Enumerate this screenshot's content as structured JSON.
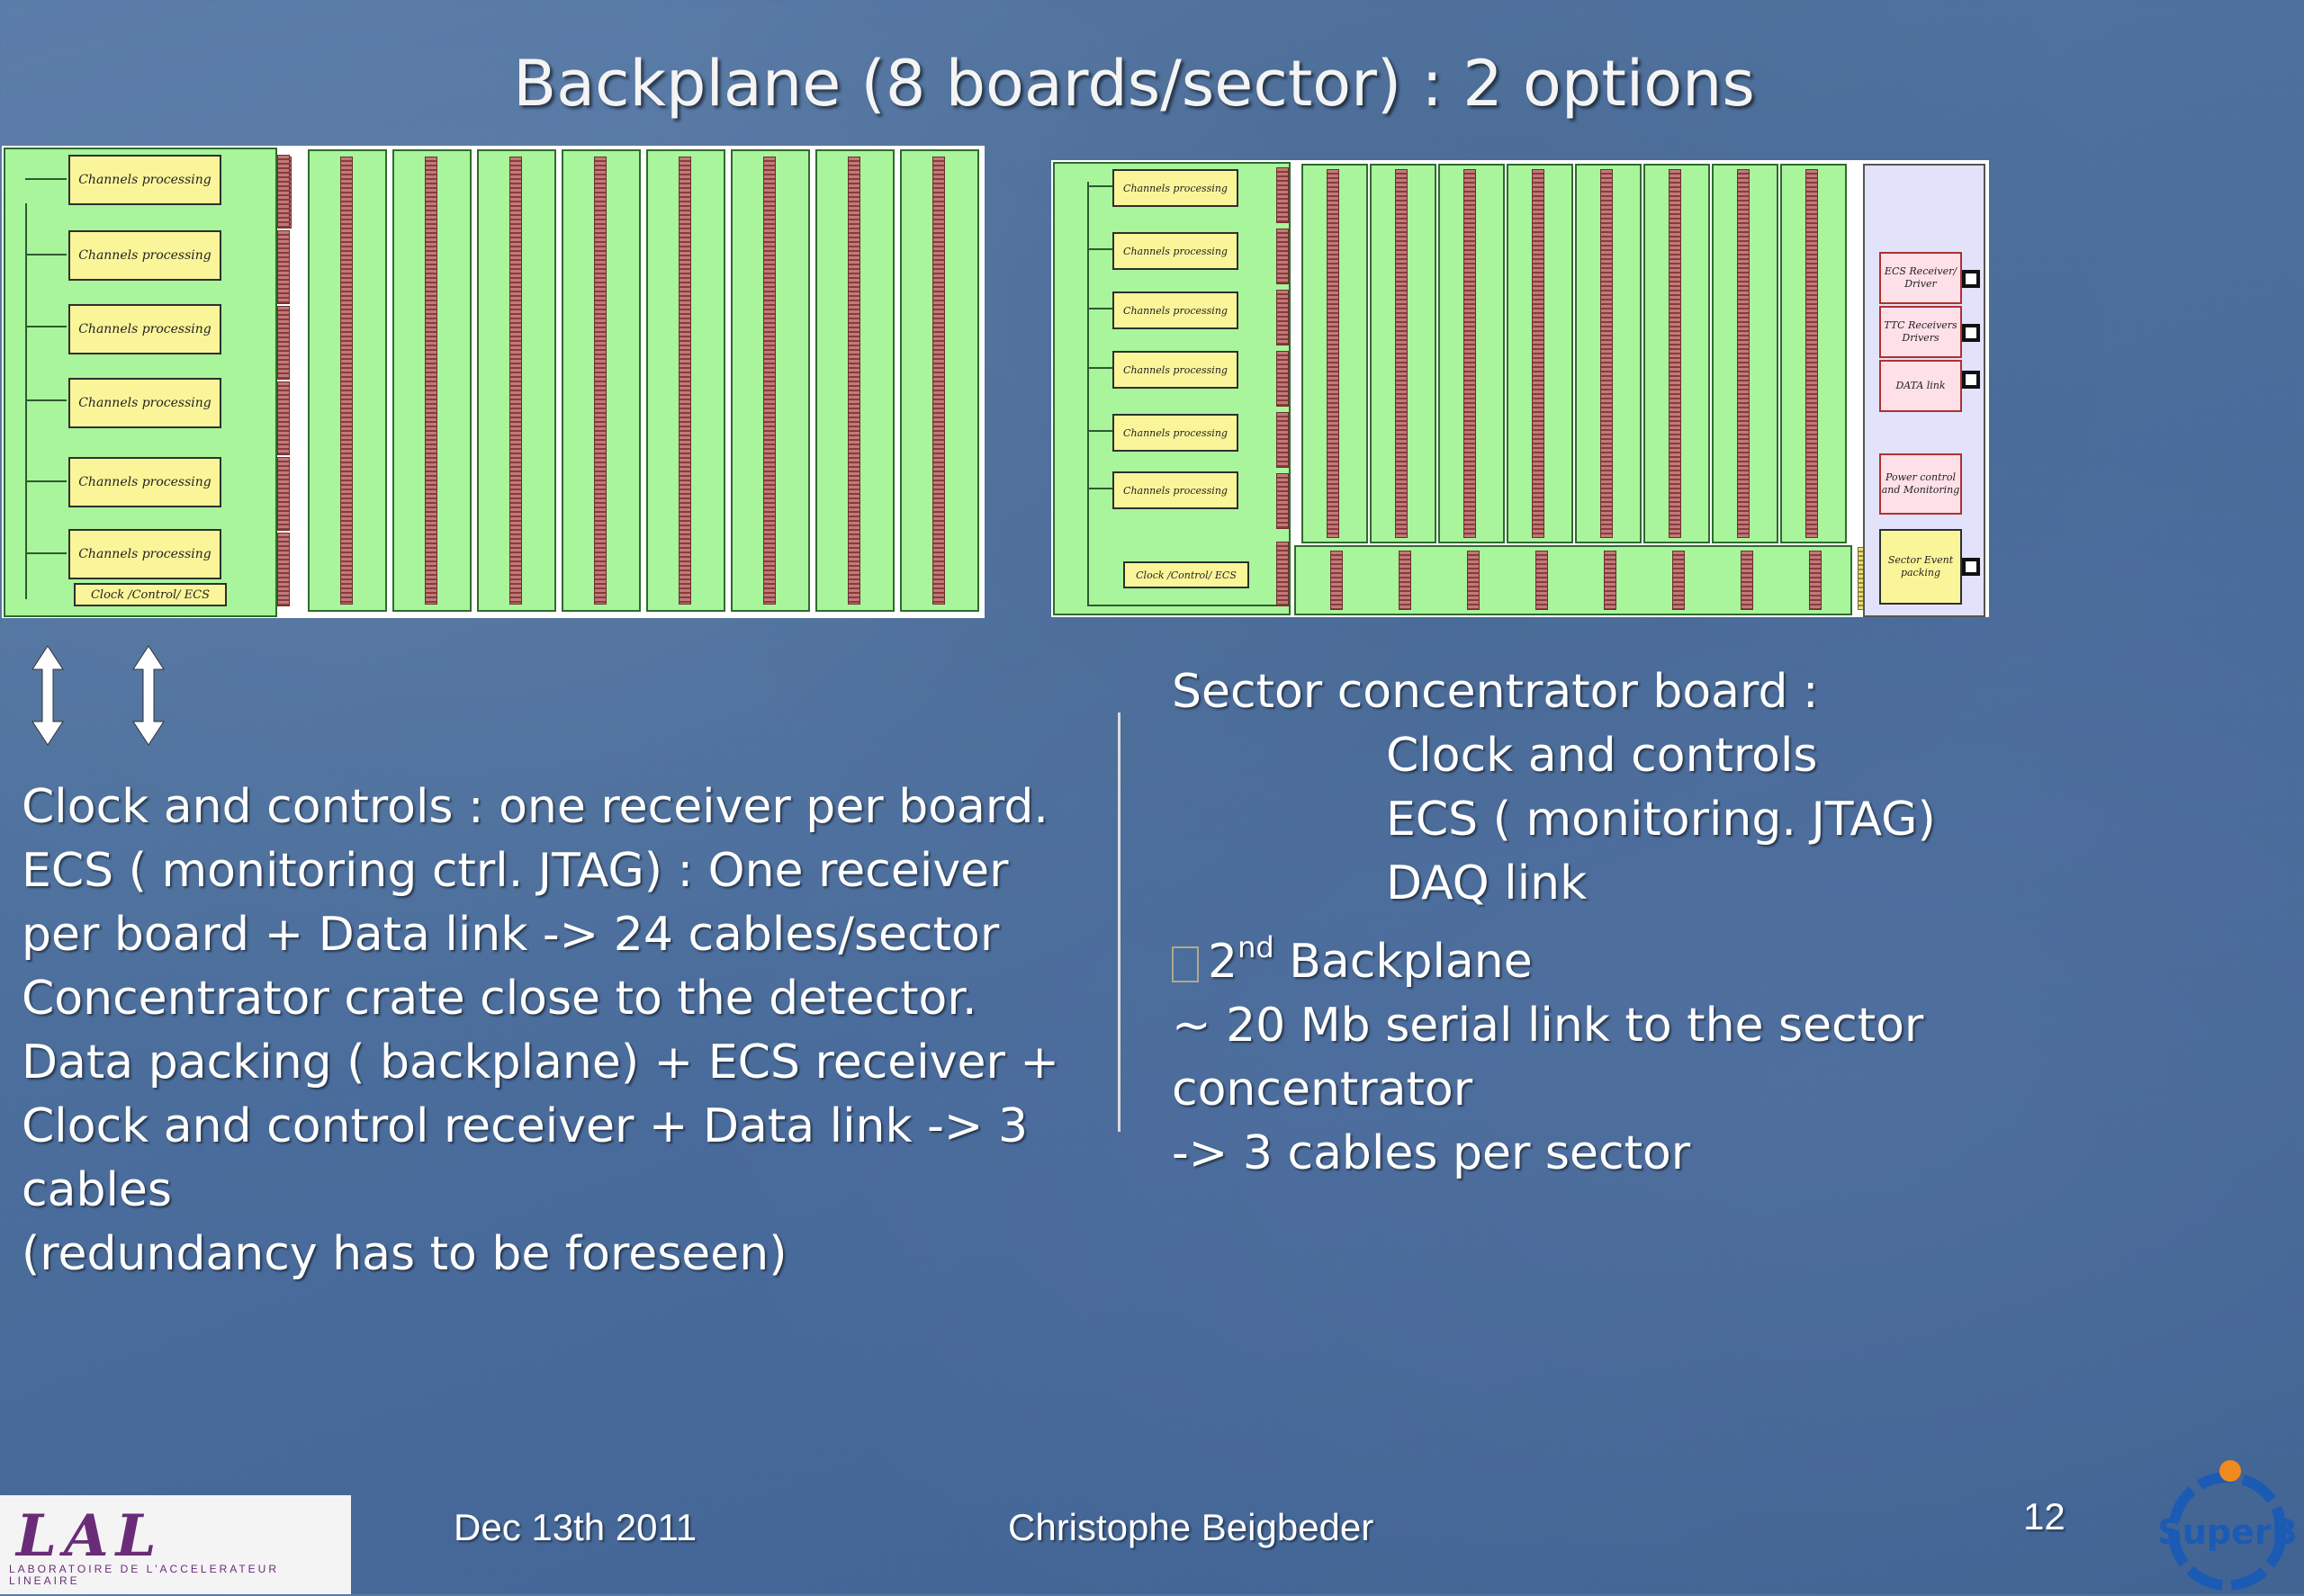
{
  "slide": {
    "title": "Backplane (8 boards/sector) : 2 options",
    "page_number": "12"
  },
  "diagram_left": {
    "channel_label": "Channels processing",
    "clock_label": "Clock /Control/ ECS"
  },
  "diagram_right": {
    "channel_label": "Channels processing",
    "clock_label": "Clock /Control/ ECS",
    "boxes": {
      "ecs": "ECS Receiver/ Driver",
      "ttc": "TTC Receivers Drivers",
      "data": "DATA link",
      "power": "Power control and Monitoring",
      "sector": "Sector Event packing"
    }
  },
  "left_text": {
    "lines": [
      "Clock and controls : one receiver per board.",
      "ECS ( monitoring ctrl. JTAG) : One receiver",
      "per board + Data link -> 24 cables/sector",
      "Concentrator crate close to the detector.",
      "Data packing ( backplane) + ECS receiver +",
      "Clock and control receiver + Data link -> 3",
      "cables",
      "(redundancy has to be foreseen)"
    ]
  },
  "right_text": {
    "heading": "Sector concentrator board :",
    "items": [
      "Clock and controls",
      "ECS ( monitoring. JTAG)",
      "DAQ link"
    ],
    "backplane_pre": "2",
    "backplane_sup": "nd",
    "backplane_post": " Backplane",
    "serial_line1": "~ 20 Mb serial link to the sector",
    "serial_line2": "concentrator",
    "cables": "-> 3 cables per sector"
  },
  "footer": {
    "date": "Dec 13th  2011",
    "author": "Christophe Beigbeder",
    "logo_left_letters": "LAL",
    "logo_left_text": "LABORATOIRE DE L'ACCELERATEUR LINEAIRE",
    "logo_right_text": "SuperB"
  },
  "colors": {
    "board_green": "#a8f59c",
    "box_yellow": "#fbf59a",
    "box_pink": "#fde0e8",
    "panel_lavender": "#e2e2fb",
    "background_blue": "#4d709d",
    "logo_purple": "#6a2c78",
    "superb_blue": "#1c5bb4",
    "superb_dot": "#f08a1e"
  }
}
